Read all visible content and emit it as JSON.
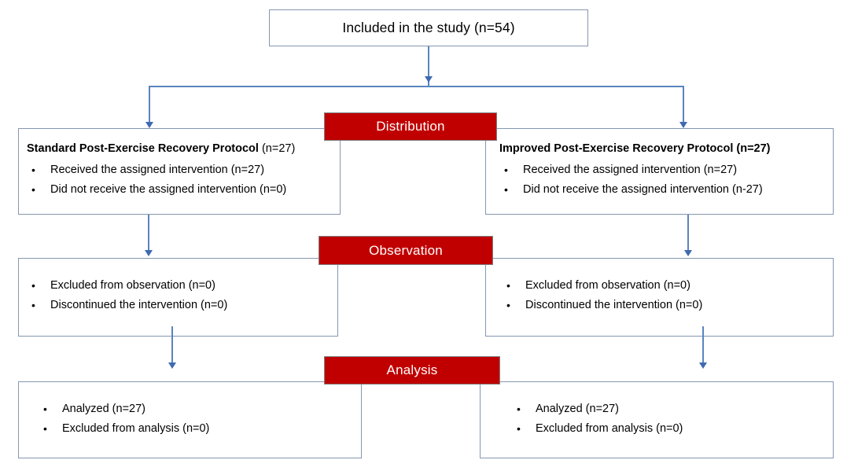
{
  "diagram": {
    "title_box": {
      "label": "Included in the study (n=54)"
    },
    "stages": [
      {
        "key": "distribution",
        "label": "Distribution"
      },
      {
        "key": "observation",
        "label": "Observation"
      },
      {
        "key": "analysis",
        "label": "Analysis"
      }
    ],
    "distribution_row": {
      "left": {
        "title_bold": "Standard Post-Exercise Recovery Protocol",
        "title_rest": " (n=27)",
        "bullets": [
          "Received the assigned intervention (n=27)",
          "Did not receive the assigned intervention (n=0)"
        ]
      },
      "right": {
        "title_bold": "Improved Post-Exercise Recovery Protocol (n=27)",
        "title_rest": "",
        "bullets": [
          "Received the assigned intervention (n=27)",
          "Did not receive the assigned intervention (n-27)"
        ]
      }
    },
    "observation_row": {
      "left": {
        "bullets": [
          "Excluded from observation (n=0)",
          "Discontinued the intervention (n=0)"
        ]
      },
      "right": {
        "bullets": [
          "Excluded from observation (n=0)",
          "Discontinued the intervention (n=0)"
        ]
      }
    },
    "analysis_row": {
      "left": {
        "bullets": [
          "Analyzed (n=27)",
          "Excluded from analysis (n=0)"
        ]
      },
      "right": {
        "bullets": [
          "Analyzed (n=27)",
          "Excluded from analysis (n=0)"
        ]
      }
    },
    "colors": {
      "banner_fill": "#c00000",
      "banner_text": "#ffffff",
      "box_border": "#8497b0",
      "connector": "#5b84bf",
      "background": "#ffffff"
    }
  }
}
